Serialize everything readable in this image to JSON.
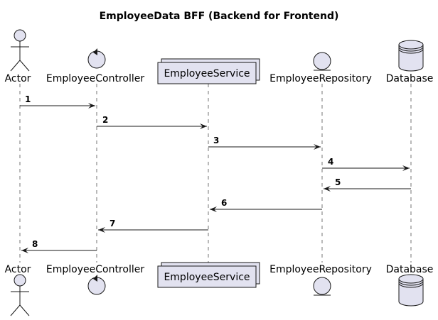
{
  "diagram": {
    "title": "EmployeeData BFF (Backend for Frontend)",
    "participants": [
      {
        "id": "actor",
        "label": "Actor",
        "kind": "actor-icon"
      },
      {
        "id": "controller",
        "label": "EmployeeController",
        "kind": "control-icon"
      },
      {
        "id": "service",
        "label": "EmployeeService",
        "kind": "collections-icon"
      },
      {
        "id": "repository",
        "label": "EmployeeRepository",
        "kind": "entity-icon"
      },
      {
        "id": "database",
        "label": "Database",
        "kind": "database-icon"
      }
    ],
    "messages": [
      {
        "label": "1",
        "from": "actor",
        "to": "controller"
      },
      {
        "label": "2",
        "from": "controller",
        "to": "service"
      },
      {
        "label": "3",
        "from": "service",
        "to": "repository"
      },
      {
        "label": "4",
        "from": "repository",
        "to": "database"
      },
      {
        "label": "5",
        "from": "database",
        "to": "repository"
      },
      {
        "label": "6",
        "from": "repository",
        "to": "service"
      },
      {
        "label": "7",
        "from": "service",
        "to": "controller"
      },
      {
        "label": "8",
        "from": "controller",
        "to": "actor"
      }
    ]
  }
}
